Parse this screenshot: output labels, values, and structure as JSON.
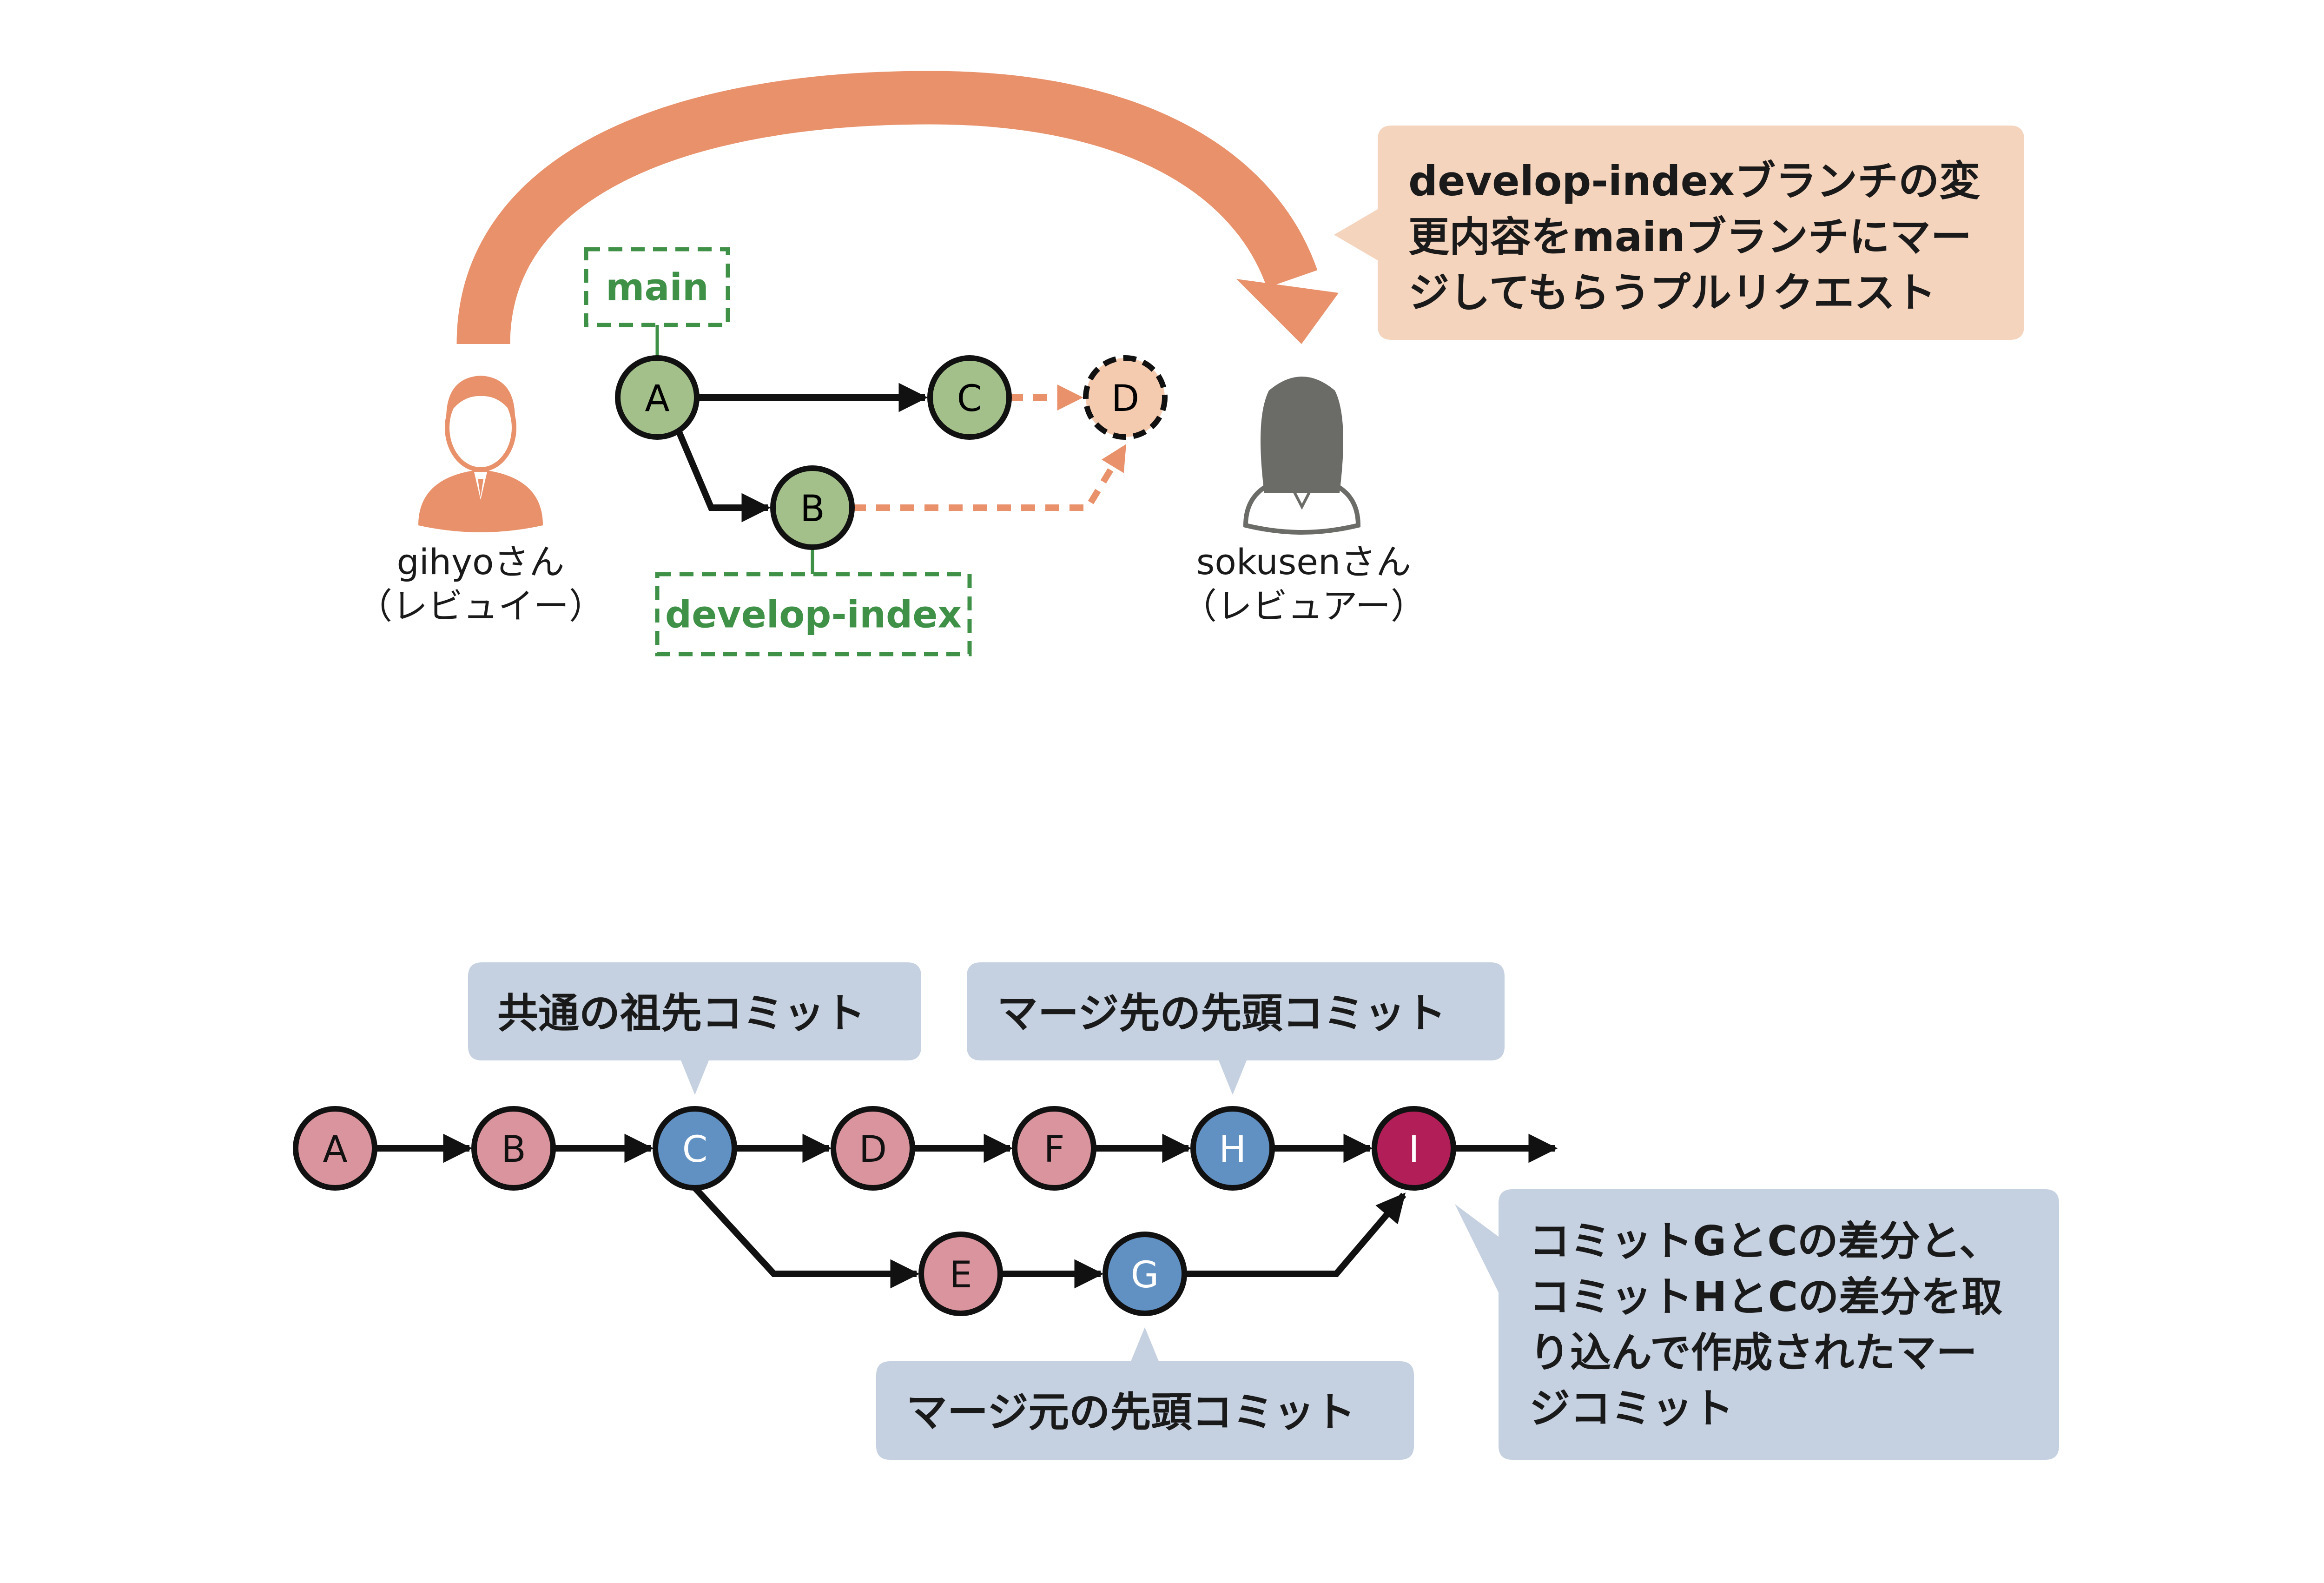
{
  "colors": {
    "pr_arrow": "#e8916b",
    "callout_peach": "#f5d4bd",
    "callout_blue": "#c5d1e1",
    "commit_green": "#a3c08a",
    "commit_pink": "#da949e",
    "commit_blue": "#6190c2",
    "commit_merge": "#b21f58",
    "commit_future": "#f5cbb0",
    "branch_green": "#3f9147",
    "reviewee": "#e8916b",
    "reviewer": "#6b6b68"
  },
  "pull_request_diagram": {
    "reviewee": {
      "name": "gihyoさん",
      "role": "（レビュイー）"
    },
    "reviewer": {
      "name": "sokusenさん",
      "role": "（レビュアー）"
    },
    "branches": {
      "main": "main",
      "develop": "develop-index"
    },
    "commits": [
      {
        "id": "A",
        "branch": "main"
      },
      {
        "id": "C",
        "branch": "main"
      },
      {
        "id": "D",
        "branch": "main",
        "state": "proposed"
      },
      {
        "id": "B",
        "branch": "develop-index"
      }
    ],
    "callout_lines": [
      "develop-indexブランチの変",
      "更内容をmainブランチにマー",
      "ジしてもらうプルリクエスト"
    ]
  },
  "merge_diagram": {
    "main_line": [
      "A",
      "B",
      "C",
      "D",
      "F",
      "H",
      "I"
    ],
    "side_line": [
      "E",
      "G"
    ],
    "callouts": {
      "common_ancestor": "共通の祖先コミット",
      "merge_target_head": "マージ先の先頭コミット",
      "merge_source_head": "マージ元の先頭コミット",
      "merge_commit_lines": [
        "コミットGとCの差分と、",
        "コミットHとCの差分を取",
        "り込んで作成されたマー",
        "ジコミット"
      ]
    }
  }
}
